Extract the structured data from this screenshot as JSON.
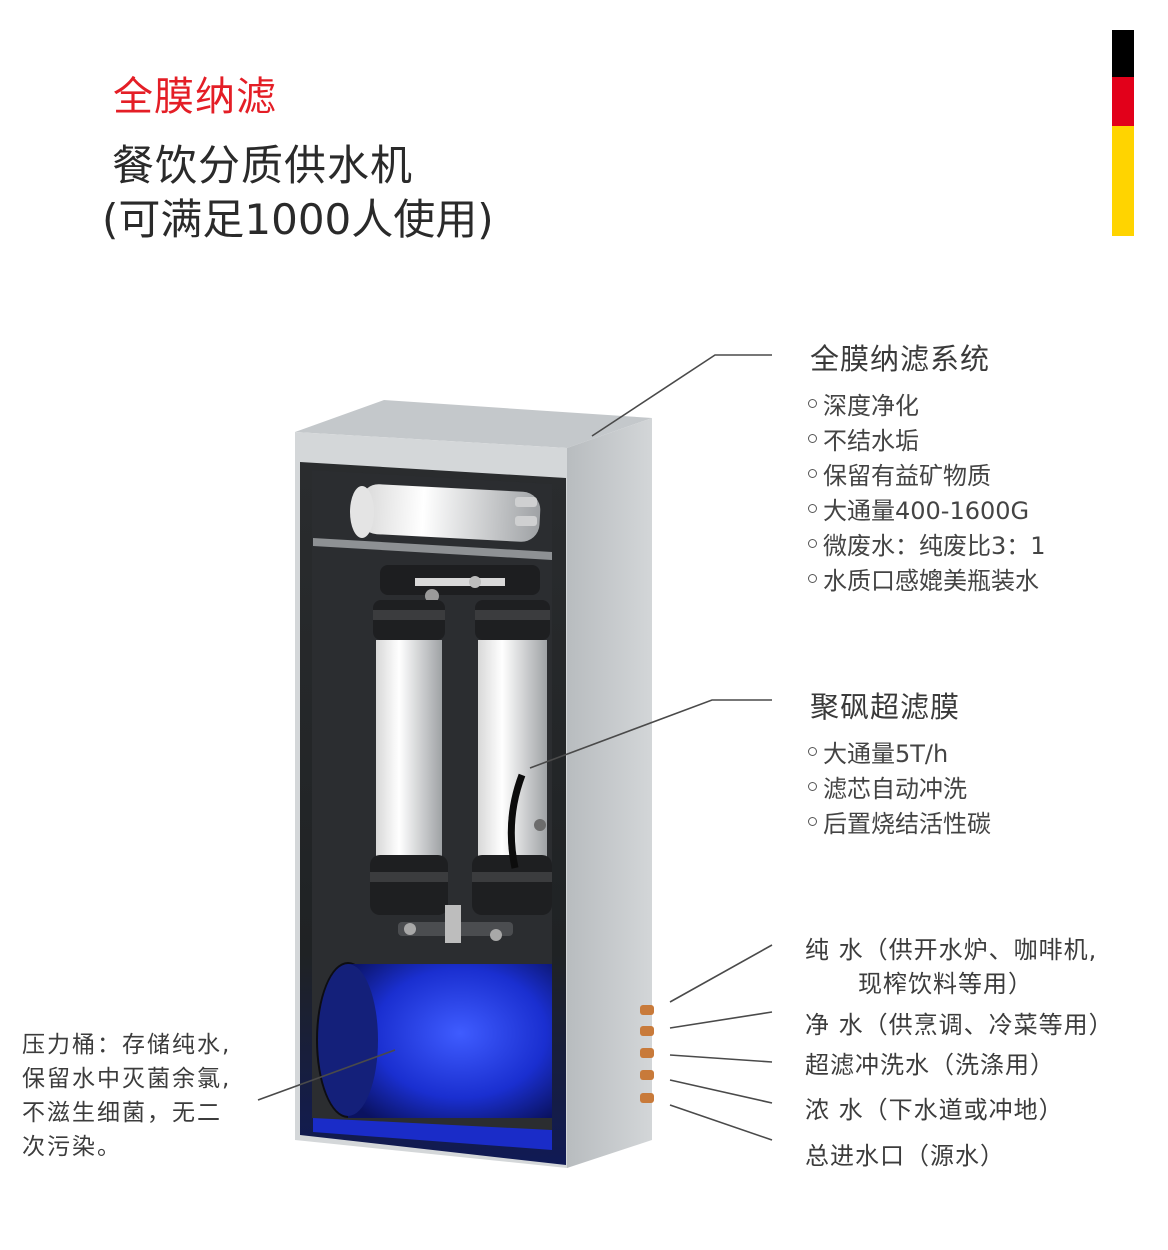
{
  "header": {
    "tag": "全膜纳滤",
    "title_line1": "餐饮分质供水机",
    "title_line2": "(可满足1000人使用)"
  },
  "flag_colors": [
    "#000000",
    "#e2001a",
    "#ffd400"
  ],
  "callouts": {
    "system": {
      "title": "全膜纳滤系统",
      "bullets": [
        "深度净化",
        "不结水垢",
        "保留有益矿物质",
        "大通量400-1600G",
        "微废水：纯废比3：1",
        "水质口感媲美瓶装水"
      ]
    },
    "membrane": {
      "title": "聚砜超滤膜",
      "bullets": [
        "大通量5T/h",
        "滤芯自动冲洗",
        "后置烧结活性碳"
      ]
    },
    "outlets": [
      {
        "line1": "纯  水（供开水炉、咖啡机,",
        "line2": "现榨饮料等用）"
      },
      {
        "line1": "净  水（供烹调、冷菜等用）"
      },
      {
        "line1": "超滤冲洗水（洗涤用）"
      },
      {
        "line1": "浓  水（下水道或冲地）"
      },
      {
        "line1": "总进水口（源水）"
      }
    ],
    "tank": {
      "lines": [
        "压力桶：存储纯水,",
        "保留水中灭菌余氯,",
        "不滋生细菌，无二",
        "次污染。"
      ]
    }
  },
  "colors": {
    "accent_red": "#e41e26",
    "tank_blue": "#1a2fd0",
    "cabinet_grey": "#c9cdd0",
    "interior": "#242628"
  }
}
